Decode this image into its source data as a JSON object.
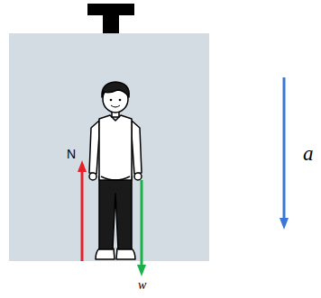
{
  "diagram": {
    "labels": [
      "N",
      "w",
      "a"
    ]
  }
}
